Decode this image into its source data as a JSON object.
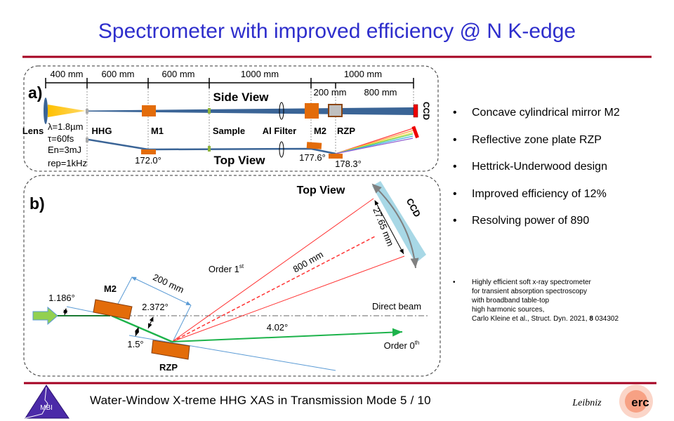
{
  "title": "Spectrometer with improved efficiency @ N K-edge",
  "panel_a": {
    "label": "a)",
    "distances": [
      "400 mm",
      "600 mm",
      "600 mm",
      "1000 mm",
      "1000 mm"
    ],
    "sub_distances": [
      "200 mm",
      "800 mm"
    ],
    "side_view": "Side View",
    "top_view": "Top View",
    "components": {
      "lens": "Lens",
      "hhg": "HHG",
      "m1": "M1",
      "sample": "Sample",
      "filter": "Al Filter",
      "m2": "M2",
      "rzp": "RZP",
      "ccd": "CCD"
    },
    "laser_params": [
      "λ=1.8µm",
      "τ=60fs",
      "En=3mJ",
      "rep=1kHz"
    ],
    "angles": {
      "m1": "172.0°",
      "m2": "177.6°",
      "rzp": "178.3°"
    }
  },
  "panel_b": {
    "label": "b)",
    "top_view": "Top View",
    "ccd": "CCD",
    "ccd_width": "27.65 mm",
    "rzp_ccd_distance": "800 mm",
    "m2_rzp_distance": "200 mm",
    "order1_base": "Order 1",
    "order1_sup": "st",
    "order0_base": "Order 0",
    "order0_sup": "th",
    "direct_beam": "Direct beam",
    "m2": "M2",
    "rzp": "RZP",
    "angle_incidence": "1.186°",
    "angle_m2": "2.372°",
    "angle_rzp": "1.5°",
    "angle_order0": "4.02°"
  },
  "bullets": [
    "Concave cylindrical mirror M2",
    "Reflective  zone plate RZP",
    "Hettrick-Underwood  design",
    "Improved efficiency of 12%",
    "Resolving power of 890"
  ],
  "bullet_char": "•",
  "citation": {
    "lines": [
      "Highly efficient soft x-ray spectrometer",
      "for transient absorption spectroscopy",
      "with broadband table-top",
      "high harmonic sources,"
    ],
    "authors": "Carlo Kleine et al., Struct. Dyn. 2021, ",
    "volume": "8",
    "number": " 034302"
  },
  "footer": {
    "text": "Water-Window  X-treme  HHG  XAS  in  Transmission  Mode   5 / 10",
    "logo_mbi": "MBI",
    "logo_leibniz": "Leibniz",
    "logo_erc": "erc"
  },
  "colors": {
    "title": "#2e2ecc",
    "rule": "#a50021",
    "orange": "#e36c0a",
    "beam": "#3a6496",
    "green": "#1db34b",
    "red": "#ff3333",
    "ccd_blue": "#a8d8e6"
  }
}
